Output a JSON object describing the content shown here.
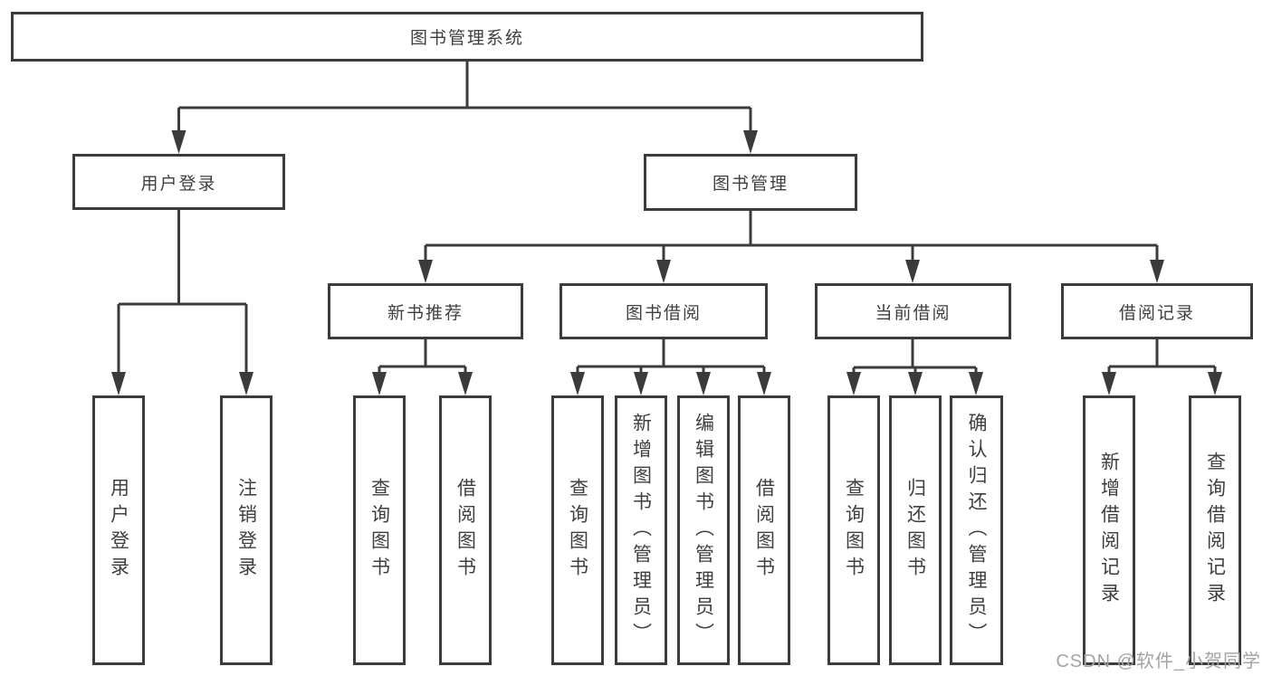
{
  "diagram": {
    "watermark": "CSDN @软件_小贺同学",
    "colors": {
      "line": "#3b3b3b",
      "box_border": "#3b3b3b",
      "text": "#3f3f3f",
      "background": "#ffffff",
      "watermark": "#a3a3a3"
    }
  },
  "tree": {
    "root": {
      "label": "图书管理系统",
      "children": [
        {
          "label": "用户登录",
          "children": [
            {
              "label": "用户登录"
            },
            {
              "label": "注销登录"
            }
          ]
        },
        {
          "label": "图书管理",
          "children": [
            {
              "label": "新书推荐",
              "children": [
                {
                  "label": "查询图书"
                },
                {
                  "label": "借阅图书"
                }
              ]
            },
            {
              "label": "图书借阅",
              "children": [
                {
                  "label": "查询图书"
                },
                {
                  "label": "新增图书（管理员）"
                },
                {
                  "label": "编辑图书（管理员）"
                },
                {
                  "label": "借阅图书"
                }
              ]
            },
            {
              "label": "当前借阅",
              "children": [
                {
                  "label": "查询图书"
                },
                {
                  "label": "归还图书"
                },
                {
                  "label": "确认归还（管理员）"
                }
              ]
            },
            {
              "label": "借阅记录",
              "children": [
                {
                  "label": "新增借阅记录"
                },
                {
                  "label": "查询借阅记录"
                }
              ]
            }
          ]
        }
      ]
    }
  }
}
